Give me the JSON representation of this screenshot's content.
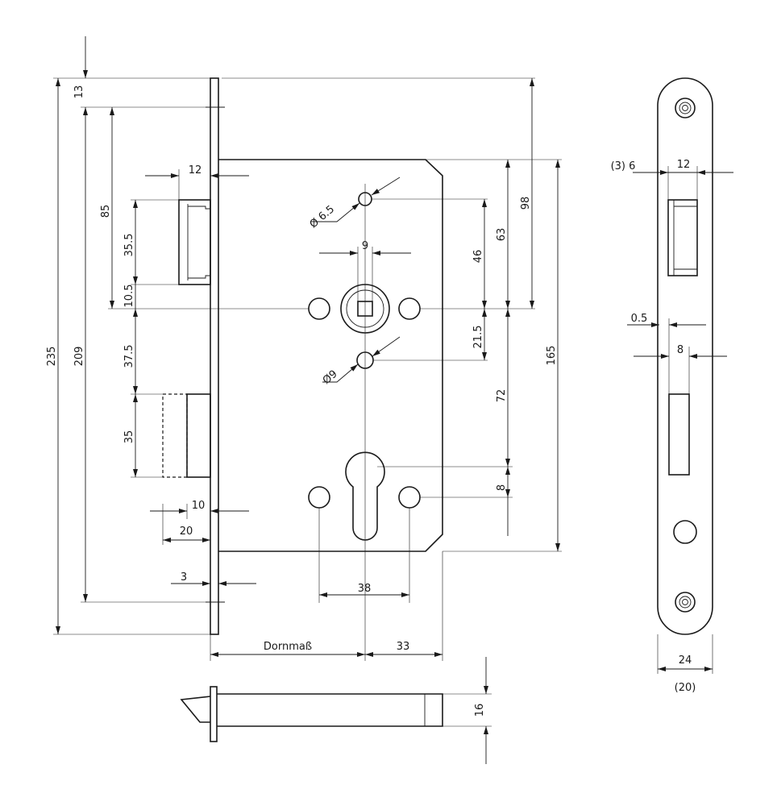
{
  "dimensions": {
    "overall_height": "235",
    "faceplate_top_offset": "13",
    "strike_span": "209",
    "upper_latch_pos": "85",
    "latch_height": "35.5",
    "latch_gap": "10.5",
    "lower_gap": "37.5",
    "bolt_height": "35",
    "bolt_depth_12": "12",
    "bolt_depth_10": "10",
    "bolt_depth_20": "20",
    "faceplate_thickness": "3",
    "screw_hole_dia": "Ø 6.5",
    "spindle_square": "9",
    "hole_dia_9": "Ø9",
    "spindle_to_top_hole": "46",
    "spindle_to_case_top": "63",
    "spindle_to_plate_top": "98",
    "case_height": "165",
    "spindle_to_hole_below": "21.5",
    "spindle_to_cylinder": "72",
    "cylinder_offset": "8",
    "cylinder_hole_spacing": "38",
    "backset_label": "Dornmaß",
    "backset_extra": "33",
    "bolt_thickness": "16",
    "side_offset": "(3) 6",
    "side_latch_depth": "12",
    "side_gap": "0.5",
    "side_bolt_width": "8",
    "faceplate_width": "24",
    "faceplate_width_alt": "(20)"
  }
}
